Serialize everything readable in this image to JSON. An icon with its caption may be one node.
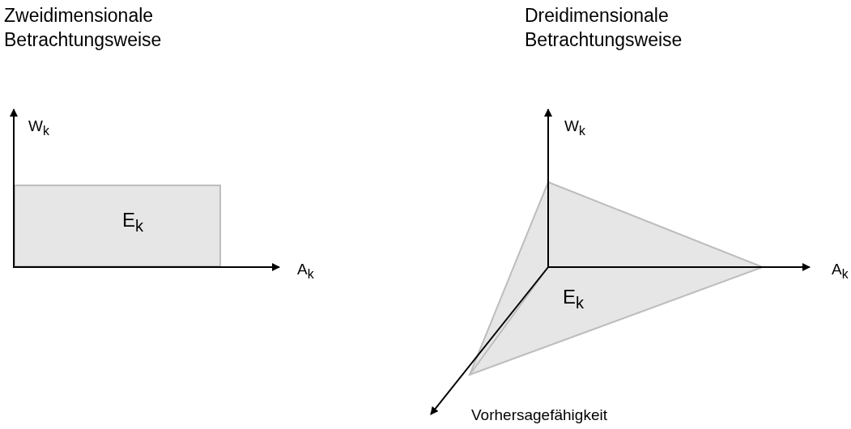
{
  "diagram": {
    "nodes": [
      {
        "text": [
          "E$_{k}$"
        ]
      },
      {
        "text": [
          "E$_{k}$"
        ]
      }
    ],
    "labels": [
      "Zweidimensionale Betrachtungsweise",
      "Dreidimensionale Betrachtungsweise",
      "W$_{k}$",
      "W$_{k}$",
      "A$_{k}$",
      "A$_{k}$",
      "Vorhersagefähigkeit"
    ]
  }
}
